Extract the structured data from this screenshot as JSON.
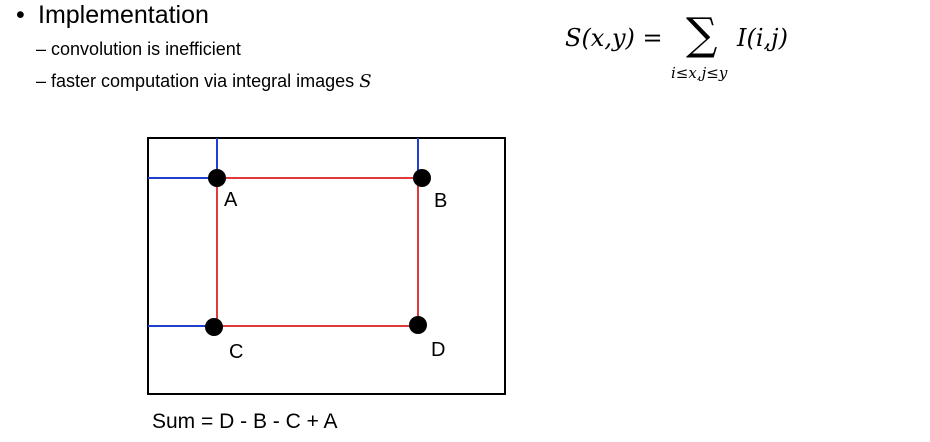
{
  "header": {
    "bullet_symbol": "•",
    "title": "Implementation",
    "sub_items": [
      {
        "dash": "–",
        "text": "convolution is inefficient",
        "math": ""
      },
      {
        "dash": "–",
        "text": "faster computation via integral images",
        "math": "S"
      }
    ]
  },
  "formula": {
    "lhs": "S(x,y) =",
    "sigma": "∑",
    "range": "i≤x,j≤y",
    "rhs": "I(i,j)"
  },
  "diagram": {
    "labels": {
      "a": "A",
      "b": "B",
      "c": "C",
      "d": "D"
    },
    "colors": {
      "frame": "#000000",
      "rect": "#e03a3a",
      "guides": "#1f3fd0",
      "points": "#000000"
    }
  },
  "caption": "Sum = D - B - C + A"
}
